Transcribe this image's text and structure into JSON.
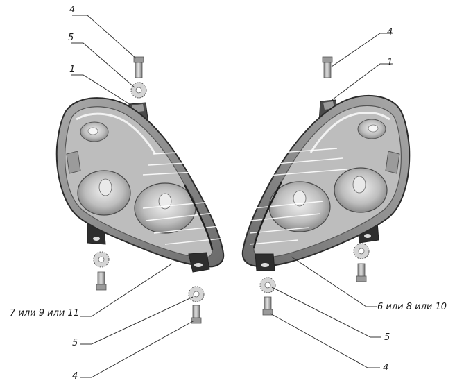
{
  "callouts": {
    "top_left_bolt": "4",
    "top_left_washer": "5",
    "top_left_bracket": "1",
    "top_right_bolt": "4",
    "top_right_bracket": "1",
    "left_headlamp": "7 или 9 или 11",
    "right_headlamp": "6 или 8 или 10",
    "bottom_left_washer": "5",
    "bottom_left_bolt": "4",
    "bottom_right_washer": "5",
    "bottom_right_bolt": "4"
  },
  "colors": {
    "line": "#333333",
    "housing_dark": "#3a3a3a",
    "housing_mid": "#8a8a8a",
    "housing_light": "#c8c8c8",
    "lens_tint": "#e8e8e8",
    "metal": "#b5b5b5"
  }
}
